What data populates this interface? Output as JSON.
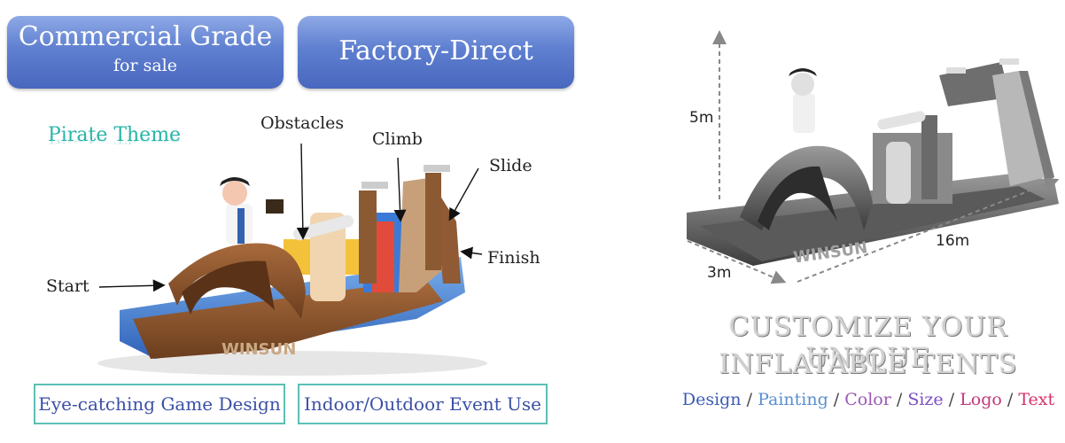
{
  "badges": {
    "commercial_title": "Commercial Grade",
    "commercial_sub": "for sale",
    "factory": "Factory-Direct"
  },
  "theme": "Pirate Theme",
  "labels": {
    "obstacles": "Obstacles",
    "climb": "Climb",
    "slide": "Slide",
    "finish": "Finish",
    "start": "Start"
  },
  "features": [
    "Eye-catching Game Design",
    "Indoor/Outdoor Event Use"
  ],
  "dimensions": {
    "height": "5m",
    "length": "16m",
    "width": "3m"
  },
  "brand": "WINSUN",
  "customize": {
    "line1": "CUSTOMIZE YOUR UNIQUE",
    "line2": "INFLATABLE TENTS"
  },
  "options": [
    {
      "text": "Design",
      "color": "#3b5bb5"
    },
    {
      "text": "Painting",
      "color": "#5a8fd0"
    },
    {
      "text": "Color",
      "color": "#9b59b6"
    },
    {
      "text": "Size",
      "color": "#7b4fc0"
    },
    {
      "text": "Logo",
      "color": "#c0397a"
    },
    {
      "text": "Text",
      "color": "#d6336c"
    }
  ],
  "colors": {
    "badge": "#5f7fd0",
    "teal": "#2bb3a8",
    "feature_text": "#3a4fa7"
  }
}
